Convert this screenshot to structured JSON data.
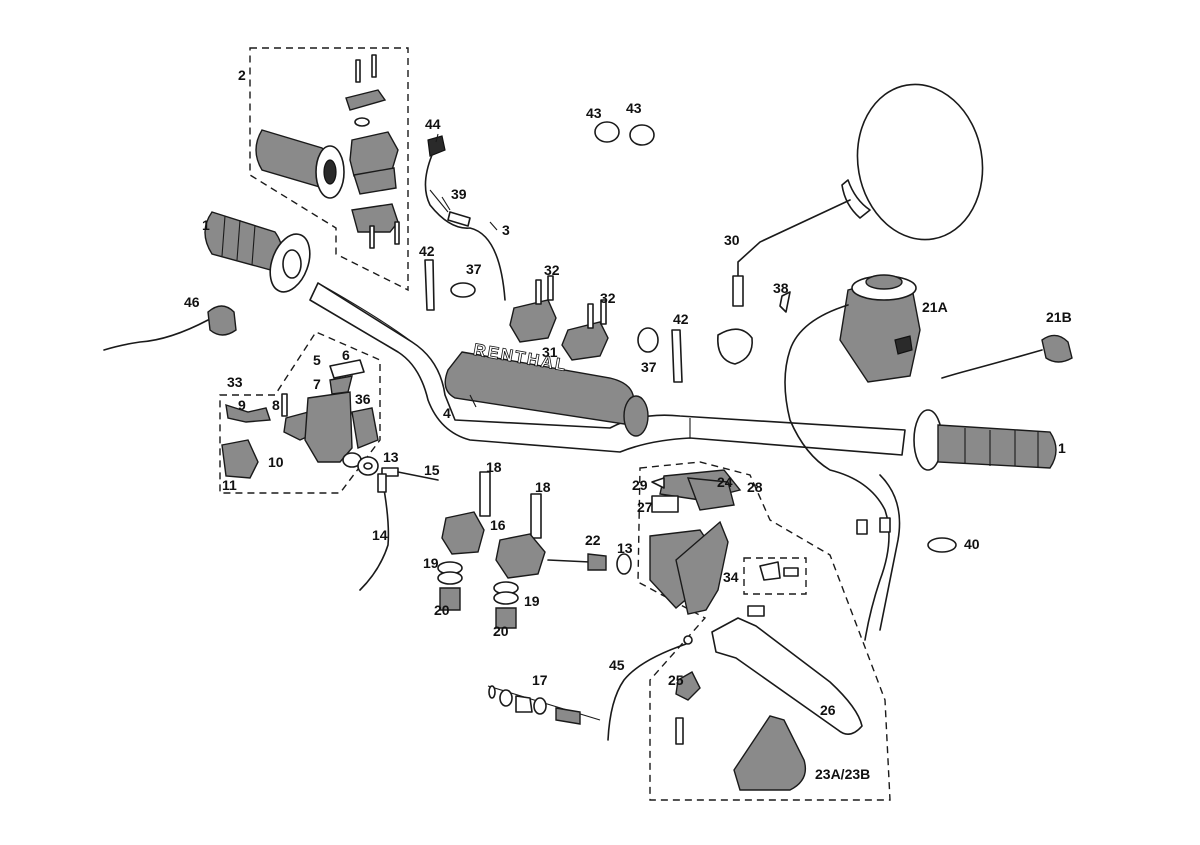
{
  "brand_text": "RENTHAL",
  "labels": {
    "l1a": "1",
    "l1b": "1",
    "l2": "2",
    "l3": "3",
    "l4": "4",
    "l5": "5",
    "l6": "6",
    "l7": "7",
    "l8": "8",
    "l9": "9",
    "l10": "10",
    "l11": "11",
    "l13a": "13",
    "l13b": "13",
    "l14": "14",
    "l15": "15",
    "l16": "16",
    "l17": "17",
    "l18a": "18",
    "l18b": "18",
    "l19a": "19",
    "l19b": "19",
    "l20a": "20",
    "l20b": "20",
    "l21a": "21A",
    "l21b": "21B",
    "l22": "22",
    "l2323": "23A/23B",
    "l24": "24",
    "l25": "25",
    "l26": "26",
    "l27": "27",
    "l28": "28",
    "l29": "29",
    "l30": "30",
    "l31": "31",
    "l32a": "32",
    "l32b": "32",
    "l33": "33",
    "l34": "34",
    "l36": "36",
    "l37a": "37",
    "l37b": "37",
    "l38": "38",
    "l39": "39",
    "l40": "40",
    "l42a": "42",
    "l42b": "42",
    "l43a": "43",
    "l43b": "43",
    "l44": "44",
    "l45": "45",
    "l46": "46"
  }
}
